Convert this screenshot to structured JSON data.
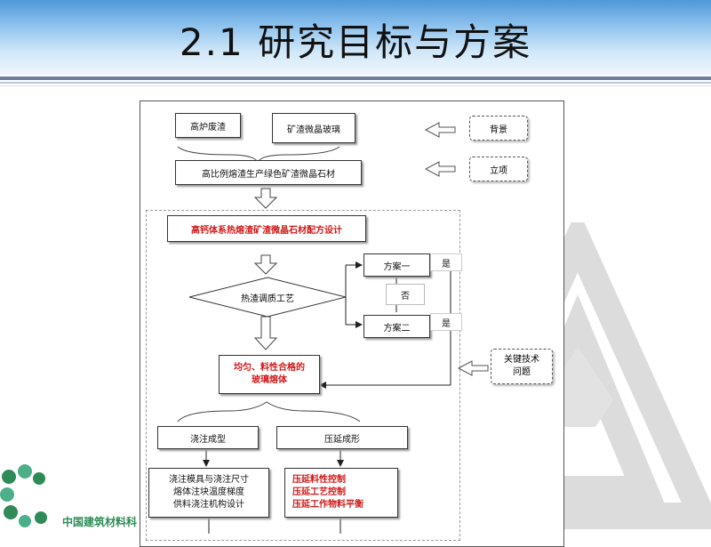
{
  "slide": {
    "title": "2.1  研究目标与方案",
    "brand_text": "中国建筑材料科",
    "colors": {
      "header_blue": "#4f98d8",
      "accent_red": "#d01818",
      "brand_green": "#2e8b57"
    }
  },
  "diagram": {
    "top_boxes": [
      "高炉废渣",
      "矿渣微晶玻璃"
    ],
    "main_box": "高比例熔渣生产绿色矿渣微晶石材",
    "side_background": "背景",
    "side_project": "立项",
    "design_box": "高钙体系热熔渣矿渣微晶石材配方设计",
    "diamond": "热渣调质工艺",
    "plan1": "方案一",
    "plan2": "方案二",
    "yes_label": "是",
    "no_label": "否",
    "glass_line1": "均匀、料性合格的",
    "glass_line2": "玻璃熔体",
    "key_line1": "关键技术",
    "key_line2": "问题",
    "cast": "浇注成型",
    "press": "压延成形",
    "cast_detail": [
      "浇注模具与浇注尺寸",
      "熔体注块温度梯度",
      "供料浇注机构设计"
    ],
    "press_detail": [
      "压延料性控制",
      "压延工艺控制",
      "压延工作物料平衡"
    ]
  }
}
